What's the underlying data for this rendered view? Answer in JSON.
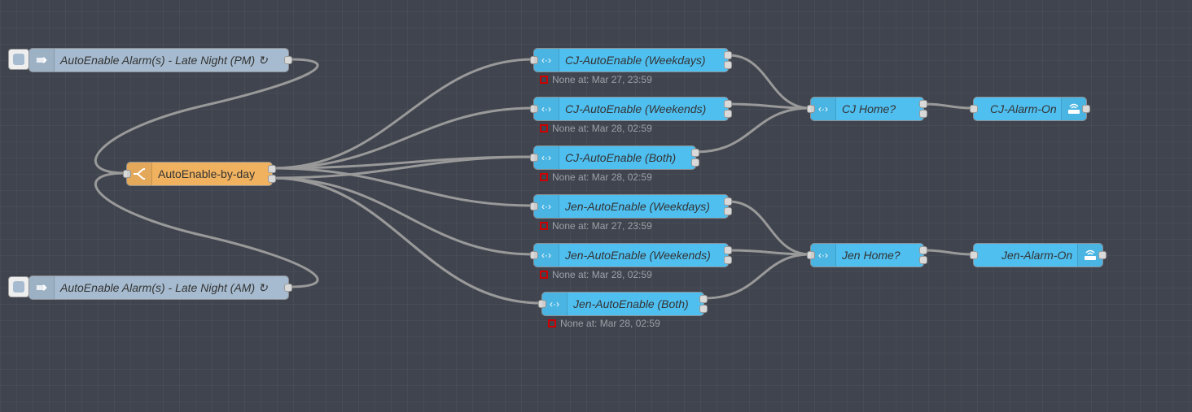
{
  "nodes": {
    "inject_pm": {
      "label": "AutoEnable Alarm(s) - Late Night (PM) ↻",
      "icon": "inject-arrow-icon"
    },
    "inject_am": {
      "label": "AutoEnable Alarm(s) - Late Night (AM) ↻",
      "icon": "inject-arrow-icon"
    },
    "switch": {
      "label": "AutoEnable-by-day",
      "icon": "switch-icon"
    },
    "cj_weekdays": {
      "label": "CJ-AutoEnable (Weekdays)",
      "status": "None at: Mar 27, 23:59"
    },
    "cj_weekends": {
      "label": "CJ-AutoEnable (Weekends)",
      "status": "None at: Mar 28, 02:59"
    },
    "cj_both": {
      "label": "CJ-AutoEnable (Both)",
      "status": "None at: Mar 28, 02:59"
    },
    "jen_weekdays": {
      "label": "Jen-AutoEnable (Weekdays)",
      "status": "None at: Mar 27, 23:59"
    },
    "jen_weekends": {
      "label": "Jen-AutoEnable (Weekends)",
      "status": "None at: Mar 28, 02:59"
    },
    "jen_both": {
      "label": "Jen-AutoEnable (Both)",
      "status": "None at: Mar 28, 02:59"
    },
    "cj_home": {
      "label": "CJ Home?"
    },
    "jen_home": {
      "label": "Jen Home?"
    },
    "cj_alarm": {
      "label": "CJ-Alarm-On",
      "icon": "router-icon"
    },
    "jen_alarm": {
      "label": "Jen-Alarm-On",
      "icon": "router-icon"
    }
  },
  "colors": {
    "canvas": "#3f444e",
    "inject": "#a6bbcf",
    "switch": "#f0b25f",
    "homeassistant": "#4fbff0",
    "wire": "#999999",
    "status_error": "#cc0000"
  }
}
